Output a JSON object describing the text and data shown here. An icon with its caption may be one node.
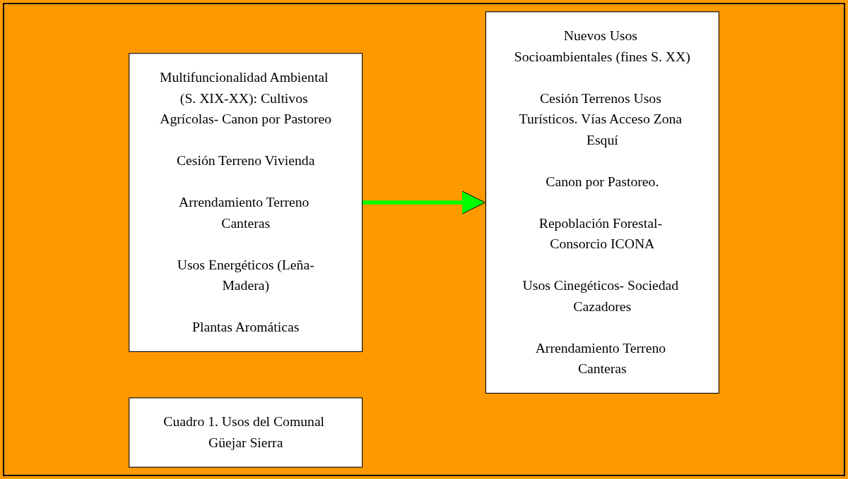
{
  "diagram": {
    "nodes": [
      {
        "text": [
          "Multifuncionalidad Ambiental (S. XIX-XX): Cultivos Agrícolas- Canon por Pastoreo",
          "Cesión Terreno Vivienda",
          "Arrendamiento Terreno Canteras",
          "Usos Energéticos (Leña-Madera)",
          "Plantas Aromáticas"
        ]
      },
      {
        "text": [
          "Nuevos Usos Socioambientales (fines S. XX)",
          "Cesión Terrenos Usos Turísticos. Vías Acceso Zona Esquí",
          "Canon por Pastoreo.",
          "Repoblación Forestal- Consorcio ICONA",
          "Usos Cinegéticos- Sociedad Cazadores",
          "Arrendamiento Terreno Canteras"
        ]
      },
      {
        "text": [
          "Cuadro 1. Usos del Comunal Güejar Sierra"
        ]
      }
    ],
    "edges": [
      {
        "from": 0,
        "to": 1,
        "arrow": "to",
        "color": "#00ff00"
      }
    ]
  }
}
